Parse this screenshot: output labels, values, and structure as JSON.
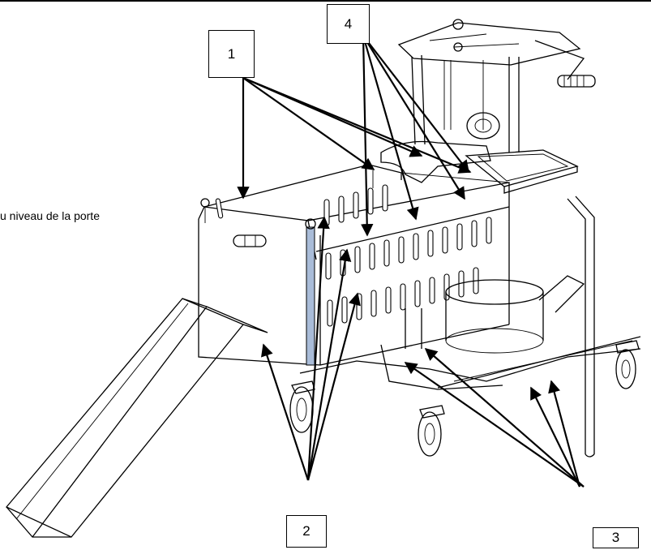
{
  "callouts": {
    "c1": "1",
    "c2": "2",
    "c3": "3",
    "c4": "4"
  },
  "side_note": "u niveau de la porte",
  "colors": {
    "line": "#000000",
    "background": "#ffffff",
    "door_accent": "#a9bcd8"
  }
}
